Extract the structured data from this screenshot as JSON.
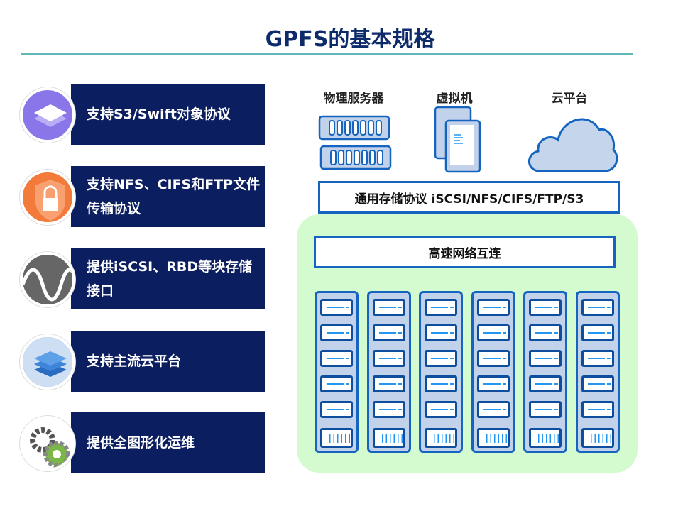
{
  "title": "GPFS的基本规格",
  "features": [
    {
      "icon": "layers-icon",
      "color": "#8a76e8",
      "text": "支持S3/Swift对象协议"
    },
    {
      "icon": "lock-shield-icon",
      "color": "#f27a3a",
      "text": "支持NFS、CIFS和FTP文件传输协议"
    },
    {
      "icon": "wave-icon",
      "color": "#777777",
      "text": "提供iSCSI、RBD等块存储接口"
    },
    {
      "icon": "stack-icon",
      "color": "#5b8fd0",
      "text": "支持主流云平台"
    },
    {
      "icon": "gears-icon",
      "color": "#ffffff",
      "text": "提供全图形化运维"
    }
  ],
  "diagram": {
    "clients": [
      "物理服务器",
      "虚拟机",
      "云平台"
    ],
    "protocol_bar": "通用存储协议 iSCSI/NFS/CIFS/FTP/S3",
    "network_bar": "高速网络互连",
    "rack_count": 6,
    "accent": "#1565c0",
    "cluster_bg": "#d3fbcf"
  }
}
